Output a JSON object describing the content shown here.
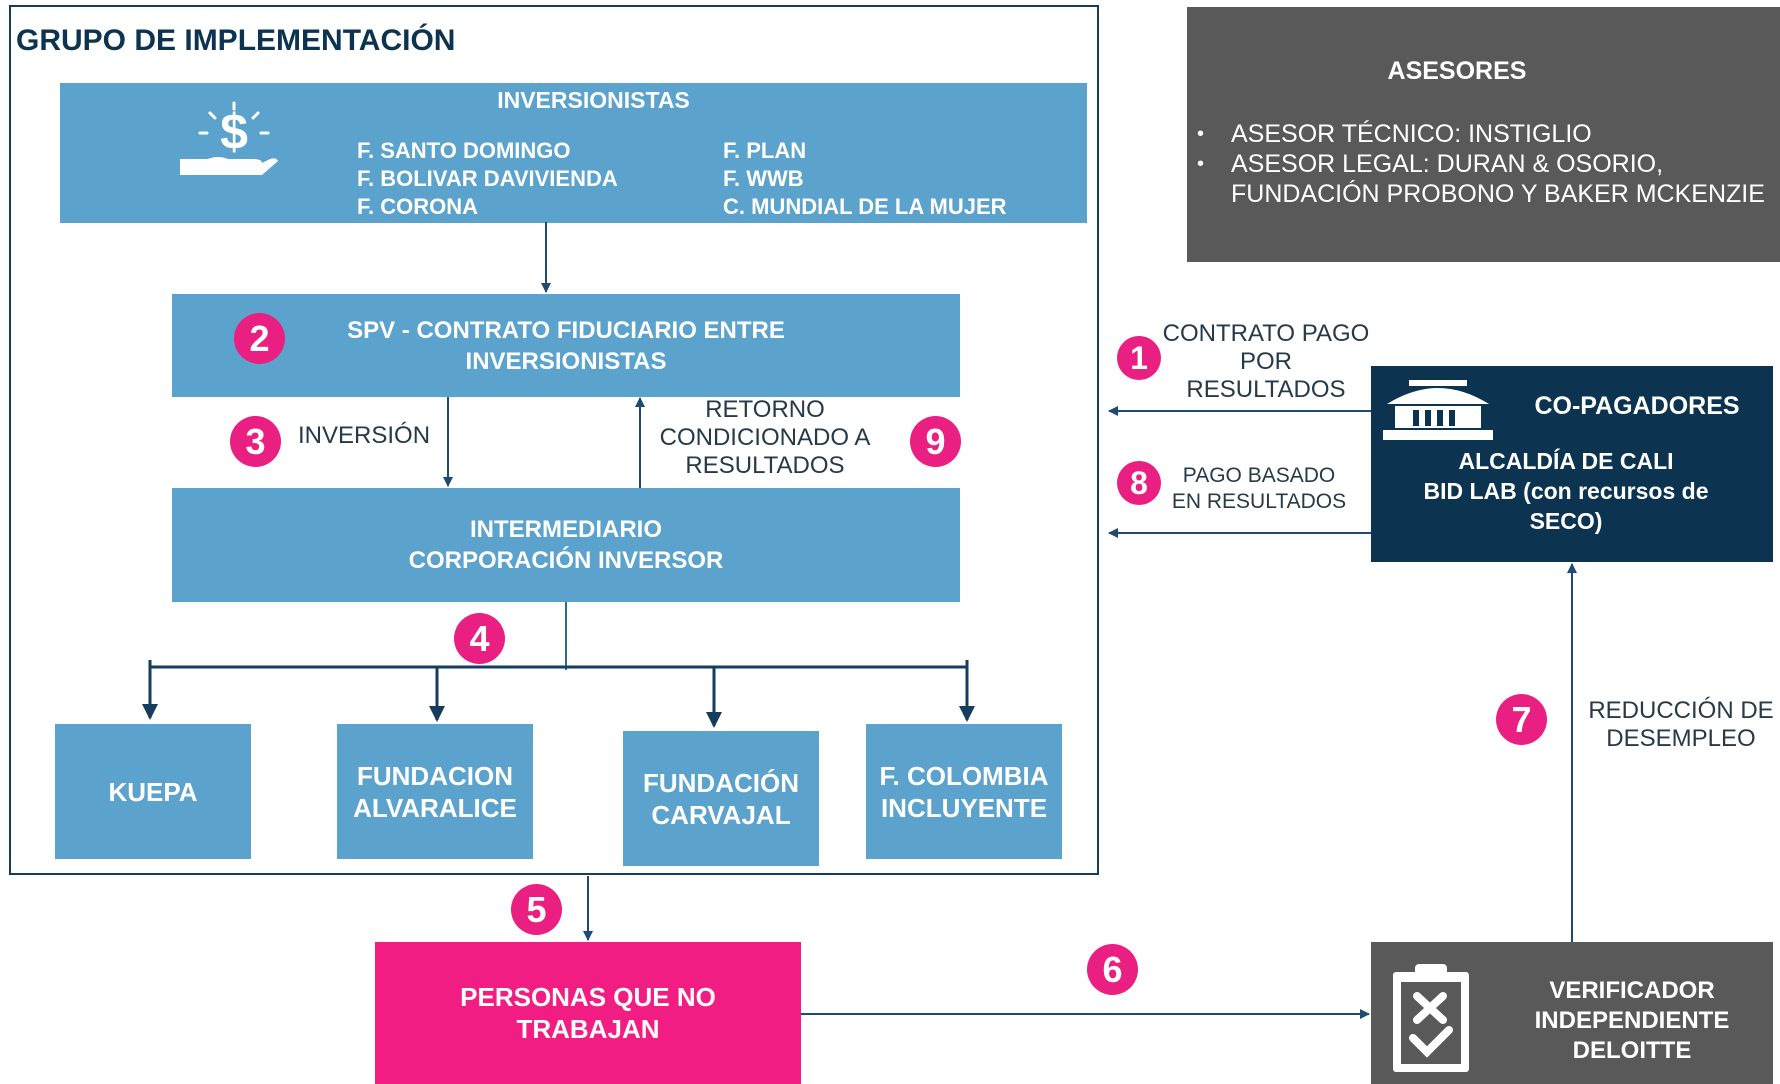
{
  "group": {
    "title": "GRUPO DE IMPLEMENTACIÓN"
  },
  "investors": {
    "title": "INVERSIONISTAS",
    "col1": [
      "F. SANTO DOMINGO",
      "F. BOLIVAR DAVIVIENDA",
      "F. CORONA"
    ],
    "col2": [
      "F. PLAN",
      "F. WWB",
      "C. MUNDIAL DE LA MUJER"
    ],
    "icon": "money-hand-icon"
  },
  "spv": {
    "line1": "SPV  - CONTRATO FIDUCIARIO ENTRE",
    "line2": "INVERSIONISTAS"
  },
  "inversion": "INVERSIÓN",
  "retorno": [
    "RETORNO",
    "CONDICIONADO A",
    "RESULTADOS"
  ],
  "intermediary": {
    "line1": "INTERMEDIARIO",
    "line2": "CORPORACIÓN INVERSOR"
  },
  "providers": [
    {
      "lines": [
        "KUEPA"
      ]
    },
    {
      "lines": [
        "FUNDACION",
        "ALVARALICE"
      ]
    },
    {
      "lines": [
        "FUNDACIÓN",
        "CARVAJAL"
      ]
    },
    {
      "lines": [
        "F. COLOMBIA",
        "INCLUYENTE"
      ]
    }
  ],
  "beneficiaries": {
    "line1": "PERSONAS QUE NO",
    "line2": "TRABAJAN"
  },
  "advisors": {
    "title": "ASESORES",
    "items": [
      {
        "line1": "ASESOR TÉCNICO: INSTIGLIO",
        "line2": ""
      },
      {
        "line1": "ASESOR LEGAL: DURAN & OSORIO,",
        "line2": "FUNDACIÓN PROBONO Y BAKER MCKENZIE"
      }
    ]
  },
  "contract": [
    "CONTRATO PAGO",
    "POR",
    "RESULTADOS"
  ],
  "payment": [
    "PAGO BASADO",
    "EN RESULTADOS"
  ],
  "copayers": {
    "title": "CO-PAGADORES",
    "lines": [
      "ALCALDÍA DE CALI",
      "BID LAB (con recursos de",
      "SECO)"
    ],
    "icon": "government-building-icon"
  },
  "reduction": [
    "REDUCCIÓN DE",
    "DESEMPLEO"
  ],
  "verifier": {
    "lines": [
      "VERIFICADOR",
      "INDEPENDIENTE",
      "DELOITTE"
    ],
    "icon": "clipboard-check-icon"
  },
  "steps": {
    "s1": "1",
    "s2": "2",
    "s3": "3",
    "s4": "4",
    "s5": "5",
    "s6": "6",
    "s7": "7",
    "s8": "8",
    "s9": "9"
  },
  "colors": {
    "blue": "#5ba3cc",
    "navy": "#0c3350",
    "pink": "#f21d83",
    "grey": "#595959",
    "arrow": "#1d4b73"
  }
}
